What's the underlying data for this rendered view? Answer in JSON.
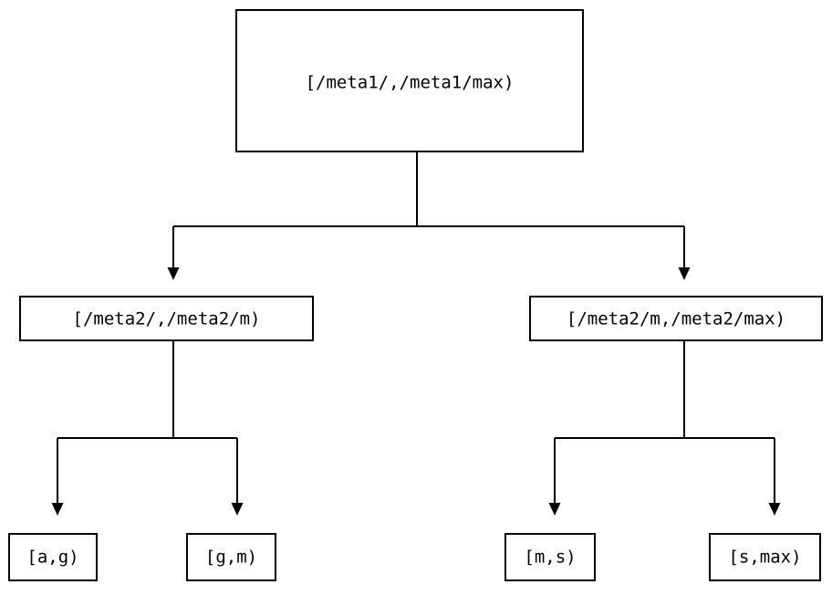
{
  "diagram": {
    "type": "binary-tree",
    "title": "",
    "background_color": "#ffffff",
    "line_color": "#000000",
    "text_color": "#000000",
    "nodes": {
      "root": {
        "label": "[/meta1/,/meta1/max)",
        "level": 0
      },
      "left_branch": {
        "label": "[/meta2/,/meta2/m)",
        "level": 1
      },
      "right_branch": {
        "label": "[/meta2/m,/meta2/max)",
        "level": 1
      },
      "leaf_a_g": {
        "label": "[a,g)",
        "level": 2
      },
      "leaf_g_m": {
        "label": "[g,m)",
        "level": 2
      },
      "leaf_m_s": {
        "label": "[m,s)",
        "level": 2
      },
      "leaf_s_max": {
        "label": "[s,max)",
        "level": 2
      }
    },
    "edges": [
      {
        "from": "root",
        "to": "left_branch"
      },
      {
        "from": "root",
        "to": "right_branch"
      },
      {
        "from": "left_branch",
        "to": "leaf_a_g"
      },
      {
        "from": "left_branch",
        "to": "leaf_g_m"
      },
      {
        "from": "right_branch",
        "to": "leaf_m_s"
      },
      {
        "from": "right_branch",
        "to": "leaf_s_max"
      }
    ]
  }
}
